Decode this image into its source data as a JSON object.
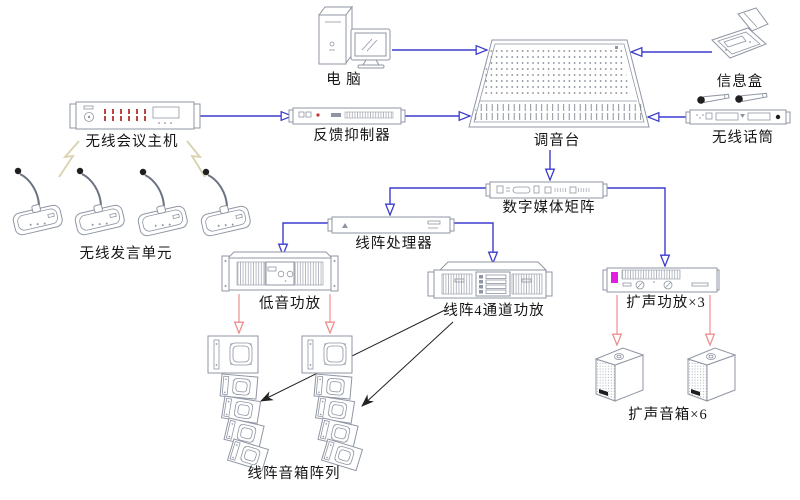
{
  "diagram": {
    "background": "#ffffff",
    "colors": {
      "signal_blue": "#3c3ccd",
      "speaker_feed_pink": "#ef8e8e",
      "leader_black": "#222222",
      "device_outline_gray": "#8f96a3",
      "led_red": "#b03030",
      "accent_magenta": "#e31ee3",
      "wireless_bolt_tan": "#d8d2ae"
    },
    "nodes": {
      "computer": {
        "label": "电 脑"
      },
      "mixer": {
        "label": "调音台"
      },
      "info_box": {
        "label": "信息盒"
      },
      "wireless_mic": {
        "label": "无线话筒"
      },
      "conference_host": {
        "label": "无线会议主机"
      },
      "feedback_suppressor": {
        "label": "反馈抑制器"
      },
      "media_matrix": {
        "label": "数字媒体矩阵"
      },
      "array_processor": {
        "label": "线阵处理器"
      },
      "bass_amp": {
        "label": "低音功放"
      },
      "array_amp": {
        "label": "线阵4通道功放"
      },
      "pa_amp": {
        "label": "扩声功放×3"
      },
      "speech_units": {
        "label": "无线发言单元"
      },
      "line_array": {
        "label": "线阵音箱阵列"
      },
      "pa_speakers": {
        "label": "扩声音箱×6"
      }
    }
  }
}
